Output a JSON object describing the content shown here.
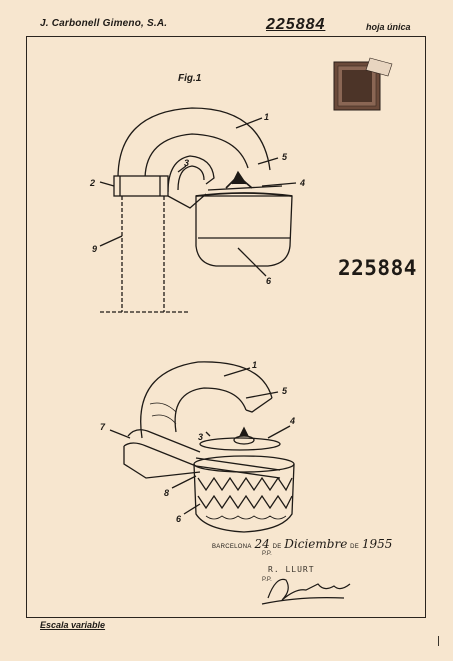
{
  "header": {
    "applicant": "J. Carbonell Gimeno, S.A.",
    "number": "225884",
    "sheet": "hoja única"
  },
  "figure": {
    "title": "Fig.1",
    "top_labels": [
      "1",
      "2",
      "3",
      "4",
      "5",
      "6",
      "9"
    ],
    "bottom_labels": [
      "1",
      "5",
      "3",
      "4",
      "7",
      "8",
      "6"
    ]
  },
  "side_number": "225884",
  "signature_block": {
    "date_prefix": "BARCELONA",
    "day": "24",
    "de1": "DE",
    "month": "Diciembre",
    "de2": "DE",
    "year": "1955",
    "pp1": "P.P.",
    "name": "R. LLURT",
    "pp2": "P.P."
  },
  "footer": {
    "scale": "Escala variable"
  }
}
